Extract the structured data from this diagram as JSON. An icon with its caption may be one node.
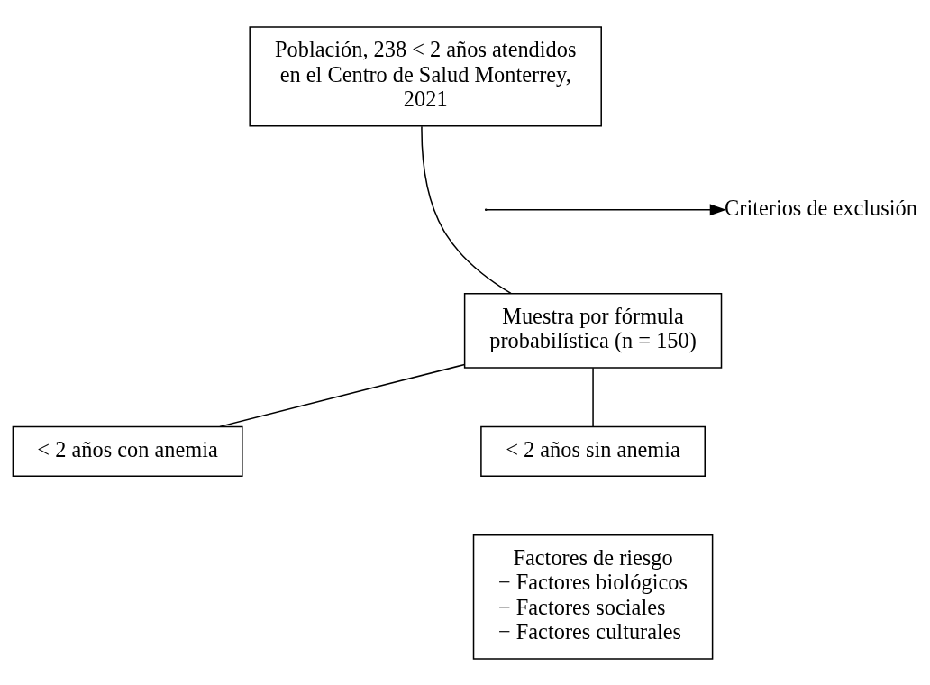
{
  "diagram": {
    "nodes": [
      {
        "text": [
          "Población, 238 < 2 años atendidos en el Centro de Salud Monterrey, 2021"
        ]
      },
      {
        "text": [
          "Criterios de exclusión"
        ]
      },
      {
        "text": [
          "Muestra por fórmula probabilística (n = 150)"
        ]
      },
      {
        "text": [
          "< 2 años con anemia"
        ]
      },
      {
        "text": [
          "< 2 años sin anemia"
        ]
      },
      {
        "text": [
          "Factores de riesgo",
          "− Factores biológicos",
          "− Factores sociales",
          "− Factores culturales"
        ]
      }
    ],
    "edges": [
      {
        "from": 0,
        "to": 2,
        "arrow": "none"
      },
      {
        "from": null,
        "to": 1,
        "arrow": "to"
      },
      {
        "from": 2,
        "to": 3,
        "arrow": "none"
      },
      {
        "from": 2,
        "to": 4,
        "arrow": "none"
      }
    ]
  }
}
